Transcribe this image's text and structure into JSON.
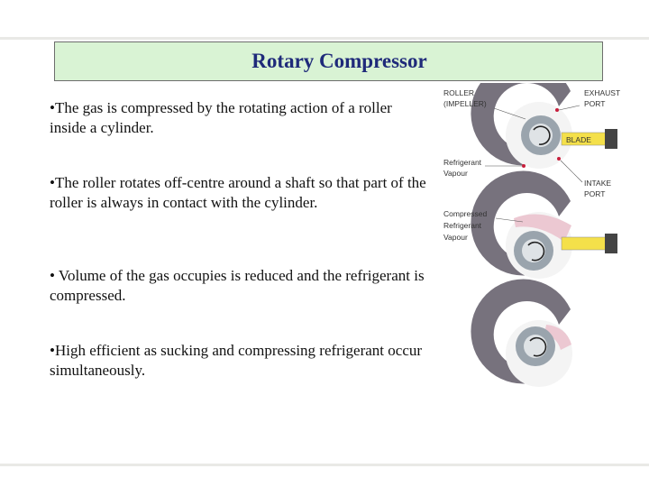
{
  "slide": {
    "title": "Rotary Compressor",
    "bullets": [
      "•The gas is compressed by the rotating action of a roller inside a cylinder.",
      "•The roller rotates  off-centre around a shaft so that part of the roller is always in contact with the cylinder.",
      "• Volume of the gas occupies is reduced and the refrigerant is compressed.",
      "•High efficient  as  sucking and compressing refrigerant occur simultaneously."
    ]
  },
  "diagram": {
    "labels": {
      "roller_line1": "ROLLER",
      "roller_line2": "(IMPELLER)",
      "exhaust_line1": "EXHAUST",
      "exhaust_line2": "PORT",
      "blade": "BLADE",
      "refrigerant_line1": "Refrigerant",
      "refrigerant_line2": "Vapour",
      "intake_line1": "INTAKE",
      "intake_line2": "PORT",
      "compressed_line1": "Compressed",
      "compressed_line2": "Refrigerant",
      "compressed_line3": "Vapour"
    },
    "colors": {
      "casing": "#77727d",
      "blade": "#f4e04a",
      "roller_ring": "#9aa4ad",
      "cavity": "#f4f4f4",
      "gas": "#ecc8d2",
      "accent": "#c81e3c"
    }
  }
}
